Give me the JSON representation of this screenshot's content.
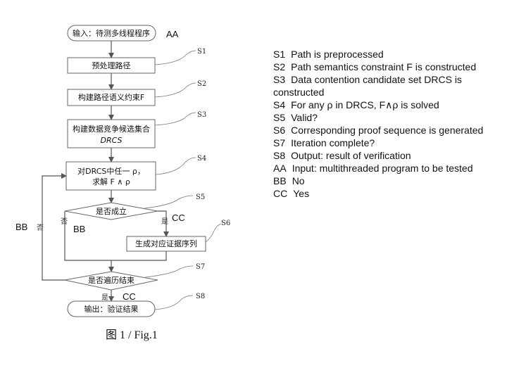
{
  "nodes": {
    "start": "输入：待测多线程程序",
    "preprocess": "预处理路径",
    "constraint": "构建路径语义约束F",
    "drcs_line1": "构建数据竞争候选集合",
    "drcs_line2": "DRCS",
    "solve_line1": "对DRCS中任一 ρ，",
    "solve_line2": "求解 F ∧ ρ",
    "valid": "是否成立",
    "proof": "生成对应证据序列",
    "done": "是否遍历结束",
    "output": "输出：验证结果"
  },
  "step_tags": [
    "S1",
    "S2",
    "S3",
    "S4",
    "S5",
    "S6",
    "S7",
    "S8"
  ],
  "side_labels": {
    "aa": "AA",
    "bb": "BB",
    "bb_no": "否",
    "bb2": "BB",
    "no_inner": "否",
    "yes_s5": "是",
    "cc_s5": "CC",
    "yes_s7": "是",
    "cc_s7": "CC"
  },
  "caption": "图 1 / Fig.1",
  "legend": [
    {
      "code": "S1",
      "text": "Path is preprocessed"
    },
    {
      "code": "S2",
      "text": "Path semantics constraint F is constructed"
    },
    {
      "code": "S3",
      "text": "Data contention candidate set DRCS is constructed"
    },
    {
      "code": "S4",
      "text": "For any ρ in DRCS, F∧ρ is solved"
    },
    {
      "code": "S5",
      "text": "Valid?"
    },
    {
      "code": "S6",
      "text": "Corresponding proof sequence is generated"
    },
    {
      "code": "S7",
      "text": "Iteration complete?"
    },
    {
      "code": "S8",
      "text": "Output: result of verification"
    },
    {
      "code": "AA",
      "text": "Input: multithreaded program to be tested"
    },
    {
      "code": "BB",
      "text": "No"
    },
    {
      "code": "CC",
      "text": "Yes"
    }
  ]
}
